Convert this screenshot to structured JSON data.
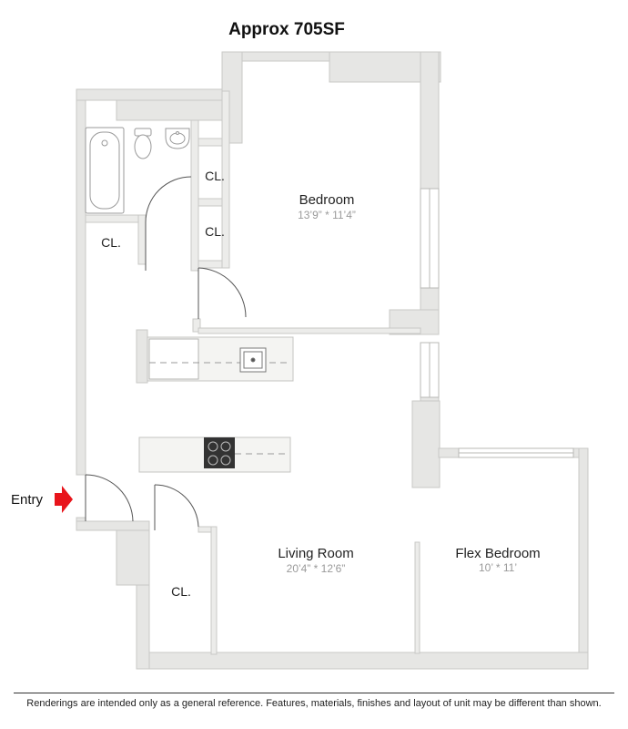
{
  "title": "Approx 705SF",
  "rooms": {
    "bedroom": {
      "name": "Bedroom",
      "dimensions": "13’9” * 11’4”"
    },
    "living_room": {
      "name": "Living Room",
      "dimensions": "20’4” * 12’6”"
    },
    "flex_bedroom": {
      "name": "Flex Bedroom",
      "dimensions": "10’ * 11’"
    }
  },
  "closets": {
    "bath_closet": "CL.",
    "bedroom_closet_upper": "CL.",
    "bedroom_closet_lower": "CL.",
    "entry_closet": "CL."
  },
  "entry": {
    "label": "Entry",
    "arrow_color": "#e8141b"
  },
  "disclaimer": "Renderings are intended only as a general reference. Features, materials, finishes and layout of unit may be different than shown.",
  "colors": {
    "wall_fill": "#e6e6e4",
    "wall_stroke": "#c8c8c6",
    "fixture_stroke": "#9a9a9a",
    "cooktop": "#333333"
  }
}
